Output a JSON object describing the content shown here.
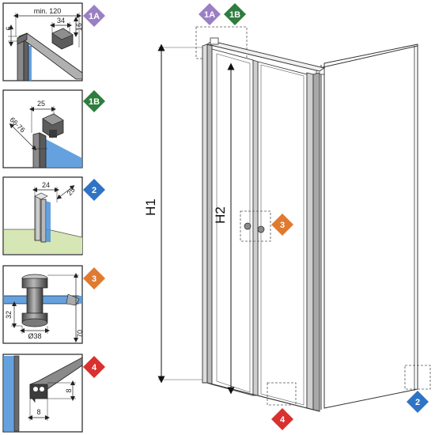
{
  "colors": {
    "purple": "#9b7fc4",
    "green": "#2e7d3e",
    "blue": "#2f73c4",
    "orange": "#e07a2f",
    "red": "#d8312f",
    "glass": "#4a90d9",
    "floor": "#d6e6b4",
    "profile": "#6e6e6e"
  },
  "badges": {
    "1a": "1A",
    "1b": "1B",
    "2": "2",
    "3": "3",
    "4": "4"
  },
  "detail_1a": {
    "width": "min. 120",
    "d1": "34",
    "d2": "16",
    "d3": "6"
  },
  "detail_1b": {
    "width": "25",
    "range": "66-76"
  },
  "detail_2": {
    "width": "24",
    "depth": "25"
  },
  "detail_3": {
    "height": "32",
    "diameter": "Ø38",
    "offset": "70"
  },
  "detail_4": {
    "height": "8",
    "width": "8"
  },
  "main": {
    "h1": "H1",
    "h2": "H2"
  }
}
